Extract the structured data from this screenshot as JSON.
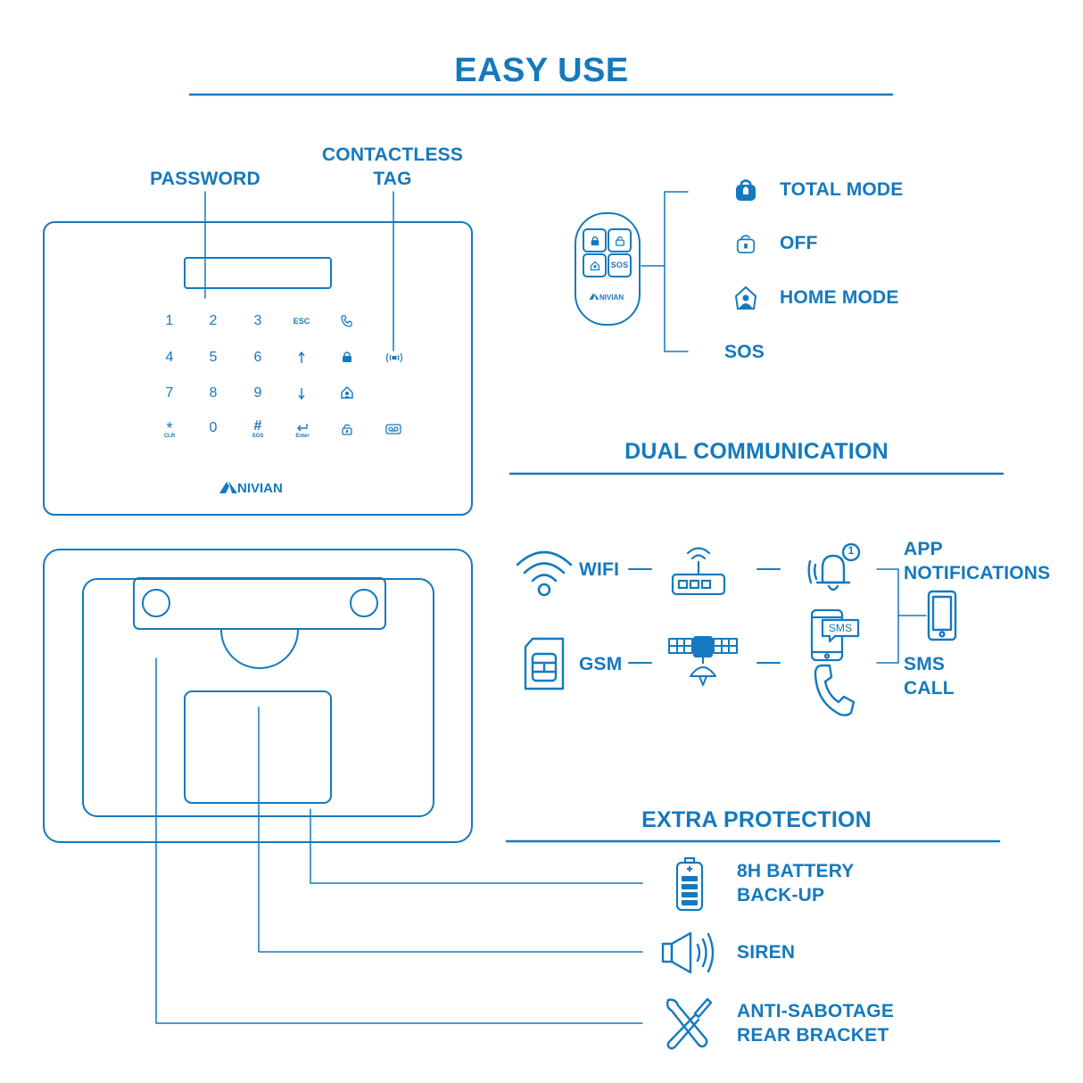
{
  "title": "EASY USE",
  "panel": {
    "password_label": "PASSWORD",
    "contactless_label_1": "CONTACTLESS",
    "contactless_label_2": "TAG",
    "keys": {
      "k1": "1",
      "k2": "2",
      "k3": "3",
      "esc": "ESC",
      "k4": "4",
      "k5": "5",
      "k6": "6",
      "k7": "7",
      "k8": "8",
      "k9": "9",
      "star": "*",
      "star_sub": "CLR",
      "k0": "0",
      "hash": "#",
      "hash_sub": "SOS",
      "enter_sub": "Enter"
    },
    "brand": "NIVIAN"
  },
  "remote": {
    "brand": "NIVIAN",
    "sos_button": "SOS",
    "modes": {
      "total": "TOTAL MODE",
      "off": "OFF",
      "home": "HOME MODE",
      "sos": "SOS"
    }
  },
  "dual": {
    "heading": "DUAL COMMUNICATION",
    "wifi": "WIFI",
    "gsm": "GSM",
    "badge_count": "1",
    "sms_bubble": "SMS",
    "app_1": "APP",
    "app_2": "NOTIFICATIONS",
    "sms_1": "SMS",
    "sms_2": "CALL"
  },
  "extra": {
    "heading": "EXTRA PROTECTION",
    "battery_1": "8H BATTERY",
    "battery_2": "BACK-UP",
    "siren": "SIREN",
    "antisab_1": "ANTI-SABOTAGE",
    "antisab_2": "REAR BRACKET"
  },
  "colors": {
    "accent": "#1479BE"
  },
  "icons": [
    "phone-icon",
    "lock-closed-icon",
    "lock-open-icon",
    "home-icon",
    "up-arrow-icon",
    "down-arrow-icon",
    "enter-icon",
    "rfid-icon",
    "voicemail-icon",
    "wifi-icon",
    "router-icon",
    "sim-card-icon",
    "satellite-icon",
    "bell-icon",
    "smartphone-icon",
    "phone-handset-icon",
    "battery-icon",
    "speaker-icon",
    "tools-icon"
  ]
}
